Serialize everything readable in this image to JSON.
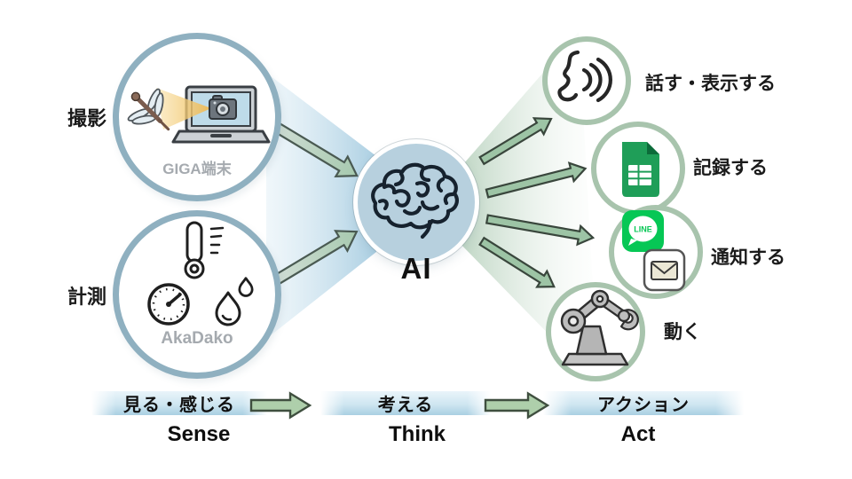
{
  "inputs": [
    {
      "label": "撮影",
      "caption": "GIGA端末"
    },
    {
      "label": "計測",
      "caption": "AkaDako"
    }
  ],
  "ai_label": "AI",
  "outputs": [
    {
      "label": "話す・表示する"
    },
    {
      "label": "記録する"
    },
    {
      "label": "通知する",
      "badge": "LINE"
    },
    {
      "label": "動く"
    }
  ],
  "stages": [
    {
      "jp": "見る・感じる",
      "en": "Sense"
    },
    {
      "jp": "考える",
      "en": "Think"
    },
    {
      "jp": "アクション",
      "en": "Act"
    }
  ],
  "colors": {
    "input_ring": "#8fb0c0",
    "output_ring": "#a8c4ad",
    "ai_fill": "#b7d0de",
    "arrow_green": "#9dc4a5",
    "bar_blue": "#aed3e4",
    "beam_yellow": "#f2c463",
    "sheets_green": "#1f9e58",
    "line_green": "#06c755"
  }
}
